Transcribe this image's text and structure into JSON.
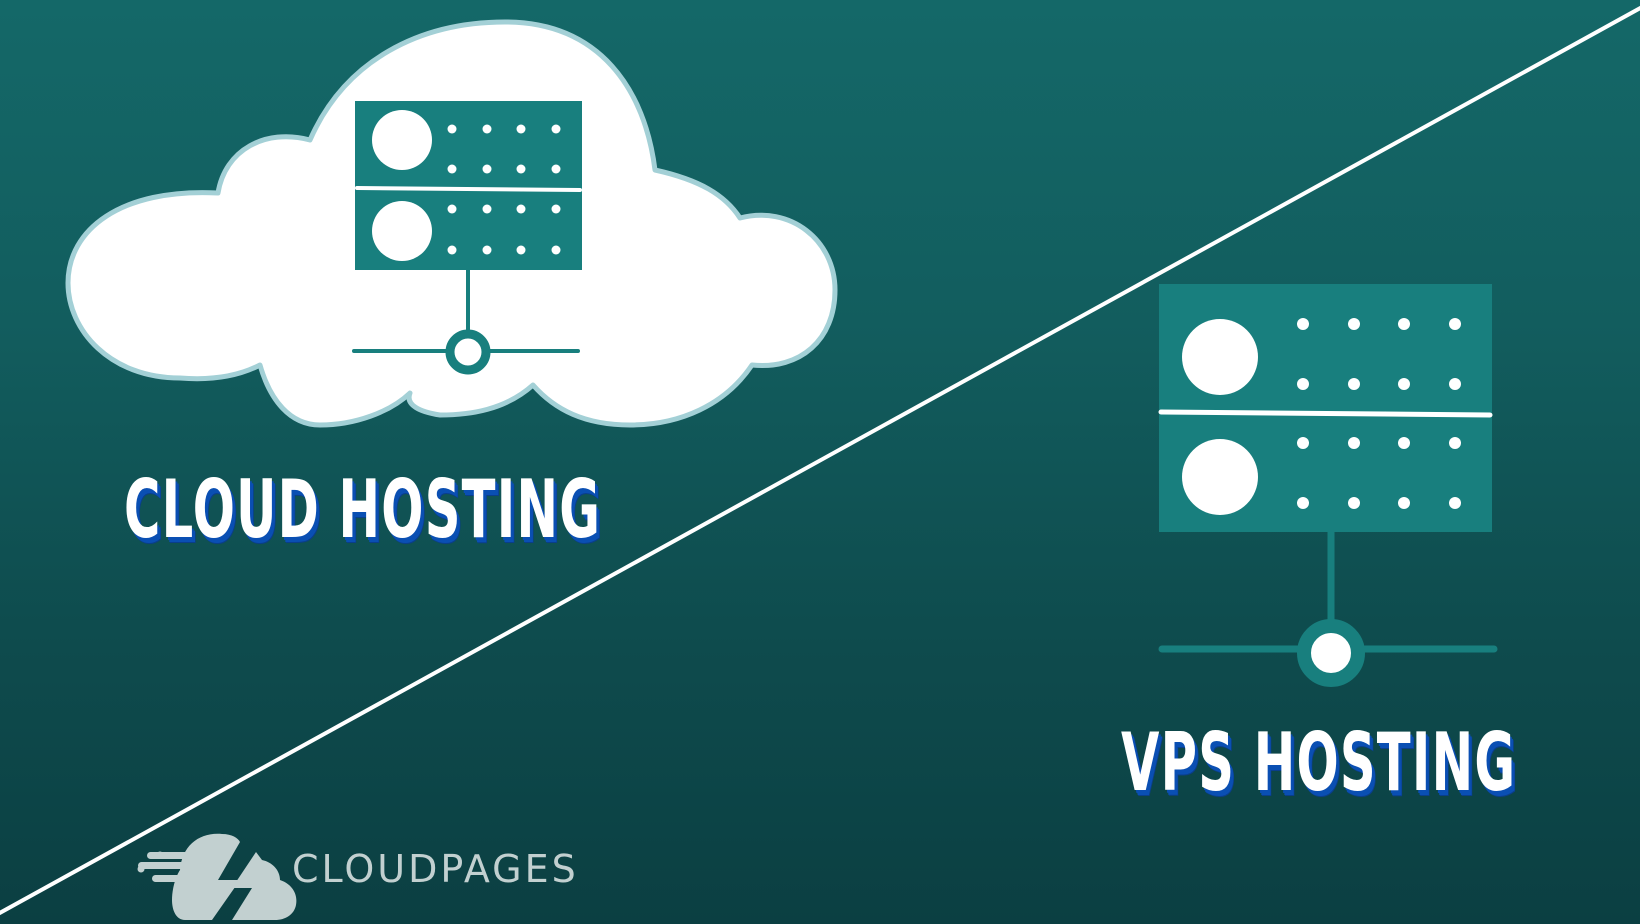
{
  "graphic": {
    "left_label": "CLOUD HOSTING",
    "right_label": "VPS HOSTING",
    "brand_name": "CLOUDPAGES",
    "icons": {
      "left": "cloud-server-icon",
      "right": "server-rack-icon",
      "logo": "cloudpages-logo-icon"
    },
    "colors": {
      "background_top": "#146868",
      "background_bottom": "#0b3f42",
      "server_fill": "#187f7e",
      "cloud_fill": "#ffffff",
      "cloud_outline": "#a3d0d6",
      "title_text": "#ffffff",
      "title_shadow": "#0a4fb3",
      "brand_text": "#c2d0d0",
      "divider_line": "#ffffff"
    }
  }
}
